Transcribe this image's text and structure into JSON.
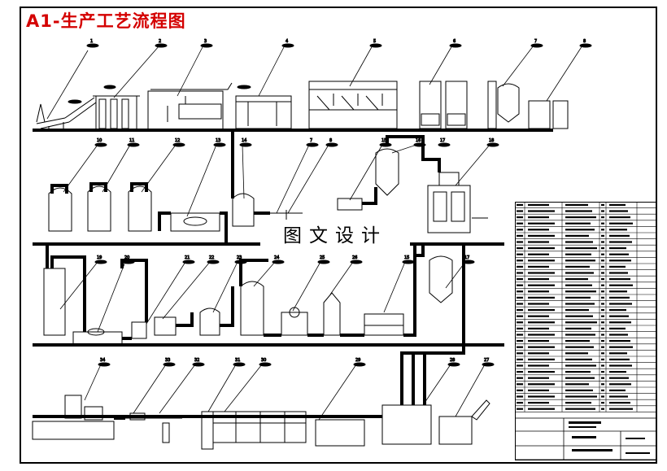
{
  "title": "A1-生产工艺流程图",
  "watermark": "图文设计",
  "equipment_tags": {
    "row1": [
      "1",
      "2",
      "3",
      "4",
      "5",
      "6",
      "7",
      "8"
    ],
    "row2": [
      "10",
      "11",
      "12",
      "13",
      "14",
      "7",
      "8",
      "15",
      "16",
      "17",
      "18"
    ],
    "row3": [
      "19",
      "20",
      "21",
      "22",
      "23",
      "24",
      "25",
      "26",
      "15",
      "17"
    ],
    "row4": [
      "34",
      "33",
      "32",
      "31",
      "30",
      "29",
      "28",
      "27"
    ]
  }
}
